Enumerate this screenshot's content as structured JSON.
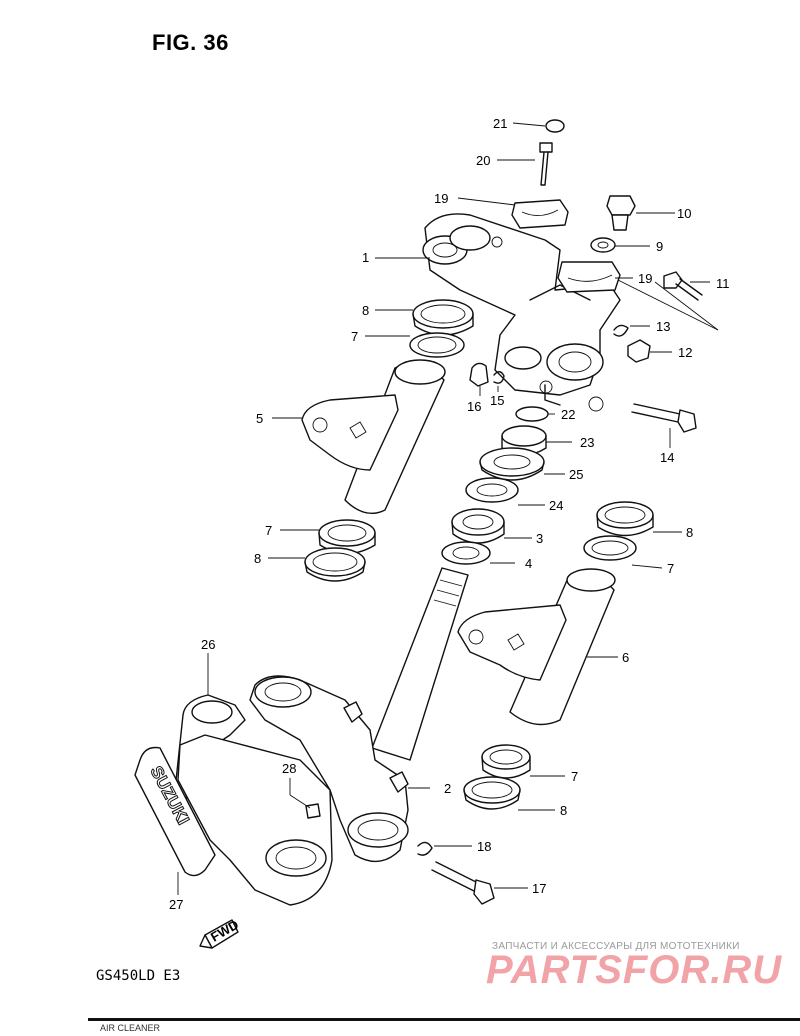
{
  "figure": {
    "title": "FIG. 36",
    "model": "GS450LD  E3"
  },
  "watermark": {
    "text": "ЗАПЧАСТИ И АКСЕССУАРЫ ДЛЯ МОТОТЕХНИКИ",
    "logo": "PARTSFOR.RU"
  },
  "bottom_text": "AIR CLEANER",
  "fwd_label": "FWD",
  "emblem_text": "SUZUKI",
  "part_numbers": {
    "p1": "1",
    "p2": "2",
    "p3": "3",
    "p4": "4",
    "p5": "5",
    "p6": "6",
    "p7a": "7",
    "p7b": "7",
    "p7c": "7",
    "p7d": "7",
    "p8a": "8",
    "p8b": "8",
    "p8c": "8",
    "p8d": "8",
    "p9": "9",
    "p10": "10",
    "p11": "11",
    "p12": "12",
    "p13": "13",
    "p14": "14",
    "p15": "15",
    "p16": "16",
    "p17": "17",
    "p18": "18",
    "p19a": "19",
    "p19b": "19",
    "p20": "20",
    "p21": "21",
    "p22": "22",
    "p23": "23",
    "p24": "24",
    "p25": "25",
    "p26": "26",
    "p27": "27",
    "p28": "28"
  }
}
